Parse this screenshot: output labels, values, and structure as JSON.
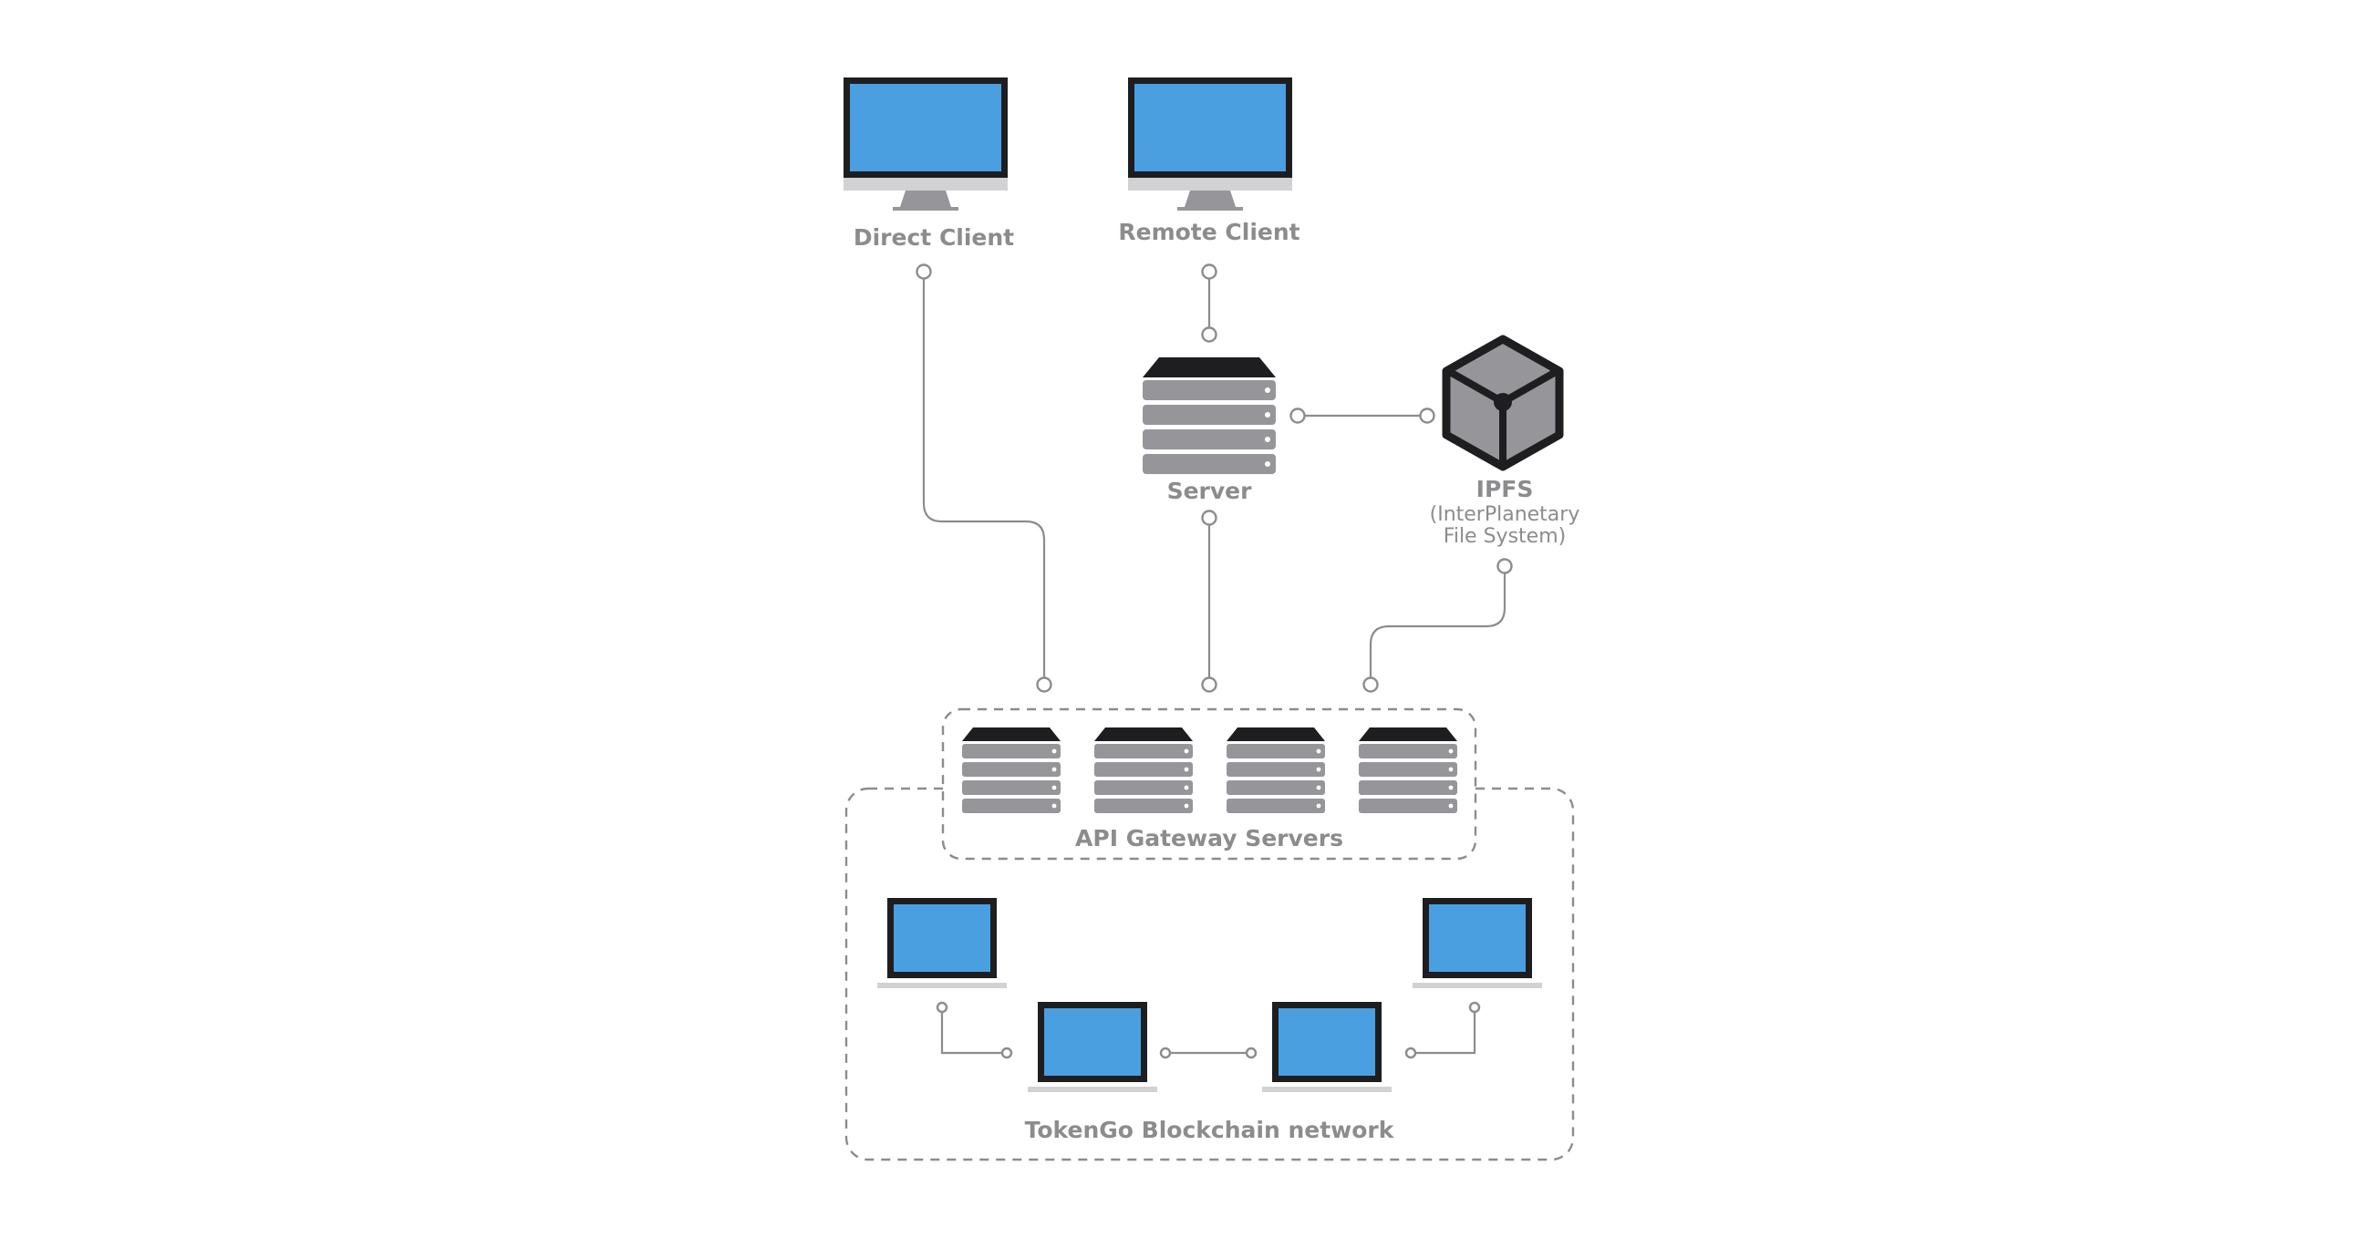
{
  "nodes": {
    "direct_client": "Direct Client",
    "remote_client": "Remote Client",
    "server": "Server",
    "ipfs_title": "IPFS",
    "ipfs_line1": "(InterPlanetary",
    "ipfs_line2": "File System)",
    "api_gateway": "API Gateway Servers",
    "blockchain": "TokenGo Blockchain network"
  },
  "colors": {
    "screen": "#4a9fe0",
    "frame": "#1e1e20",
    "device_gray": "#96969a",
    "line": "#8c8c8e"
  }
}
